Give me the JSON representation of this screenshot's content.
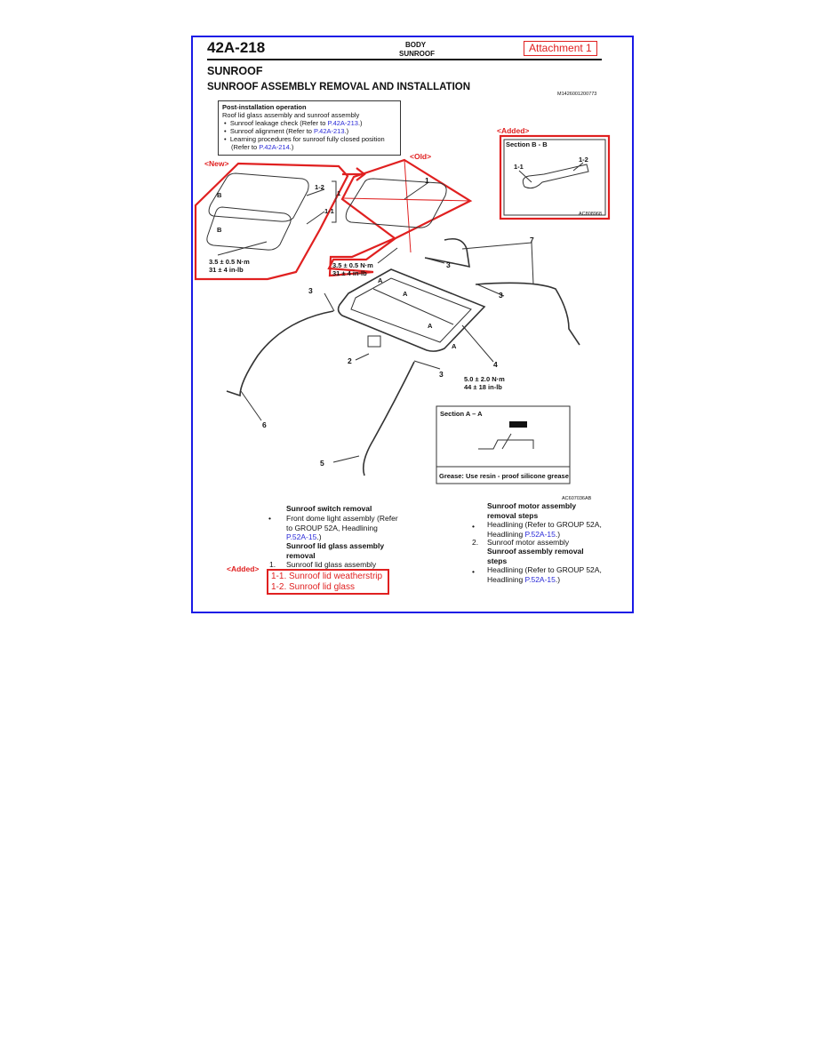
{
  "header": {
    "page_number": "42A-218",
    "section": "BODY",
    "subsection": "SUNROOF",
    "attachment_label": "Attachment 1",
    "title": "SUNROOF",
    "subtitle": "SUNROOF ASSEMBLY REMOVAL AND INSTALLATION",
    "doc_code": "M1426001200773"
  },
  "post_install": {
    "heading": "Post-installation operation",
    "intro": "Roof lid glass assembly and sunroof assembly",
    "items": [
      {
        "text": "Sunroof leakage check (Refer to ",
        "link": "P.42A-213",
        "suffix": ".)"
      },
      {
        "text": "Sunroof alignment (Refer to ",
        "link": "P.42A-213",
        "suffix": ".)"
      },
      {
        "text": "Learning procedures for sunroof fully closed position",
        "text2": "(Refer to ",
        "link": "P.42A-214",
        "suffix": ".)"
      }
    ]
  },
  "annotations": {
    "new_label": "<New>",
    "old_label": "<Old>",
    "added_label": "<Added>",
    "added_label_2": "<Added>"
  },
  "section_bb": {
    "title": "Section B - B",
    "labels": [
      "1-1",
      "1-2"
    ],
    "code": "AC808968"
  },
  "section_aa": {
    "title": "Section A – A",
    "note": "Grease: Use resin - proof silicone grease"
  },
  "diagram": {
    "torque_new": [
      "3.5 ± 0.5 N·m",
      "31 ± 4 in-lb"
    ],
    "torque_old": [
      "3.5 ± 0.5 N·m",
      "31 ± 4 in-lb"
    ],
    "torque_frame": [
      "5.0 ± 2.0 N·m",
      "44 ± 18 in-lb"
    ],
    "callouts": {
      "c1": "1",
      "c1_1": "1-1",
      "c1_2": "1-2",
      "c1b": "1",
      "c2": "2",
      "c3": "3",
      "c4": "4",
      "c5": "5",
      "c6": "6",
      "c7": "7",
      "b": "B",
      "a": "A"
    },
    "code": "AC607036AB"
  },
  "left_steps": {
    "h1": "Sunroof switch removal",
    "bullet1": [
      "Front dome light assembly (Refer",
      "to GROUP 52A, Headlining"
    ],
    "bullet1_link": "P.52A-15",
    "bullet1_suffix": ".)",
    "h2": [
      "Sunroof lid glass assembly",
      "removal"
    ],
    "step1_num": "1.",
    "step1": "Sunroof lid glass assembly",
    "added": [
      "1-1. Sunroof lid weatherstrip",
      "1-2. Sunroof lid glass"
    ]
  },
  "right_steps": {
    "h1": [
      "Sunroof motor assembly",
      "removal steps"
    ],
    "bullet1": [
      "Headlining (Refer to GROUP 52A,",
      "Headlining "
    ],
    "bullet1_link": "P.52A-15",
    "bullet1_suffix": ".)",
    "step2_num": "2.",
    "step2": "Sunroof motor assembly",
    "h2": [
      "Sunroof assembly removal",
      "steps"
    ],
    "bullet2": [
      "Headlining (Refer to GROUP 52A,",
      "Headlining "
    ],
    "bullet2_link": "P.52A-15",
    "bullet2_suffix": ".)"
  },
  "bullet": "•"
}
